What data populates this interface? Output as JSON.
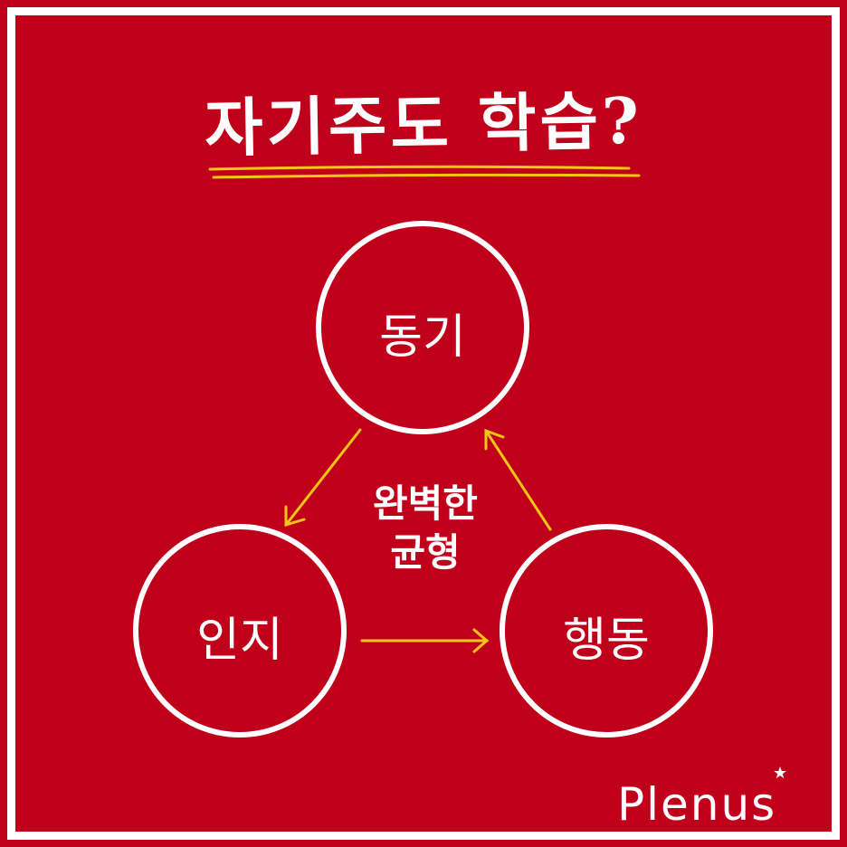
{
  "title": "자기주도 학습?",
  "nodes": {
    "top": "동기",
    "left": "인지",
    "right": "행동"
  },
  "center": {
    "line1": "완벽한",
    "line2": "균형"
  },
  "logo": "PLENUS",
  "colors": {
    "background": "#c0001a",
    "accent": "#f5c518",
    "line": "#ffffff"
  }
}
